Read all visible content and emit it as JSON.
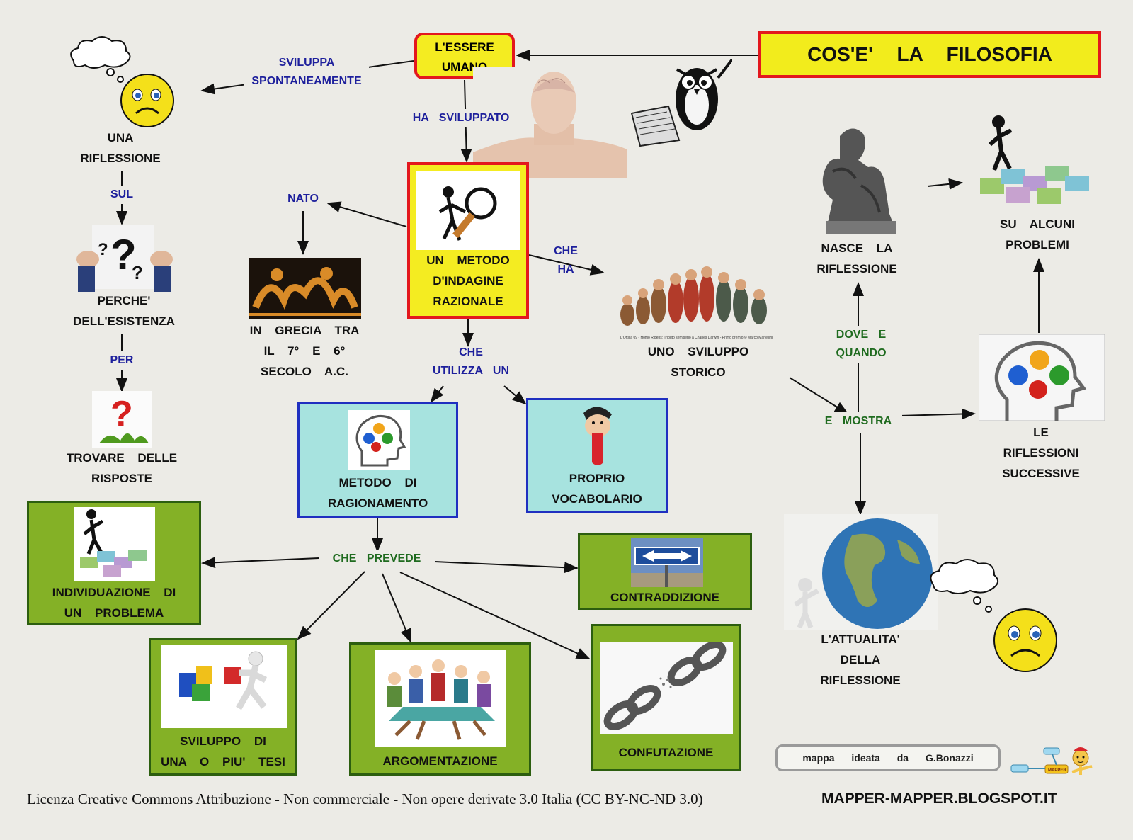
{
  "title": "COS'E' LA FILOSOFIA",
  "nodes": {
    "essere_umano": "L'ESSERE UMANO",
    "riflessione": [
      "UNA",
      "RIFLESSIONE"
    ],
    "perche": [
      "PERCHE'",
      "DELL'ESISTENZA"
    ],
    "trovare": [
      "TROVARE DELLE",
      "RISPOSTE"
    ],
    "metodo_indagine": [
      "UN METODO",
      "D'INDAGINE",
      "RAZIONALE"
    ],
    "grecia": [
      "IN GRECIA TRA",
      "IL 7° E 6°",
      "SECOLO A.C."
    ],
    "sviluppo_storico": [
      "UNO SVILUPPO",
      "STORICO"
    ],
    "metodo_ragionamento": [
      "METODO DI",
      "RAGIONAMENTO"
    ],
    "vocabolario": [
      "PROPRIO",
      "VOCABOLARIO"
    ],
    "individuazione": [
      "INDIVIDUAZIONE DI",
      "UN PROBLEMA"
    ],
    "contraddizione": "CONTRADDIZIONE",
    "sviluppo_tesi": [
      "SVILUPPO DI",
      "UNA O PIU' TESI"
    ],
    "argomentazione": "ARGOMENTAZIONE",
    "confutazione": "CONFUTAZIONE",
    "nasce": [
      "NASCE LA",
      "RIFLESSIONE"
    ],
    "alcuni_problemi": [
      "SU ALCUNI",
      "PROBLEMI"
    ],
    "riflessioni_successive": [
      "LE",
      "RIFLESSIONI",
      "SUCCESSIVE"
    ],
    "attualita": [
      "L'ATTUALITA'",
      "DELLA",
      "RIFLESSIONE"
    ]
  },
  "connectors": {
    "sviluppa": [
      "SVILUPPA",
      "SPONTANEAMENTE"
    ],
    "ha_sviluppato": "HA SVILUPPATO",
    "sul": "SUL",
    "per": "PER",
    "nato": "NATO",
    "che_ha": [
      "CHE",
      "HA"
    ],
    "che_utilizza": [
      "CHE",
      "UTILIZZA UN"
    ],
    "che_prevede": "CHE PREVEDE",
    "dove_quando": [
      "DOVE E",
      "QUANDO"
    ],
    "e_mostra": "E MOSTRA"
  },
  "image_caption": "L'Ortica 09 - Homo Ridens: Tributo semiserio a Charles Darwin - Primo premio © Marco Martellini",
  "credit": "mappa ideata da G.Bonazzi",
  "logo_text": "MAPPER",
  "footer": {
    "license": "Licenza Creative Commons Attribuzione - Non commerciale - Non opere derivate 3.0 Italia (CC BY-NC-ND 3.0)",
    "site": "MAPPER-MAPPER.BLOGSPOT.IT"
  },
  "colors": {
    "yellow": "#f4ec21",
    "red": "#e3171d",
    "cyan": "#a7e3df",
    "green": "#84b126",
    "connector_blue": "#1d1f9c",
    "connector_green": "#1f6b1f"
  }
}
